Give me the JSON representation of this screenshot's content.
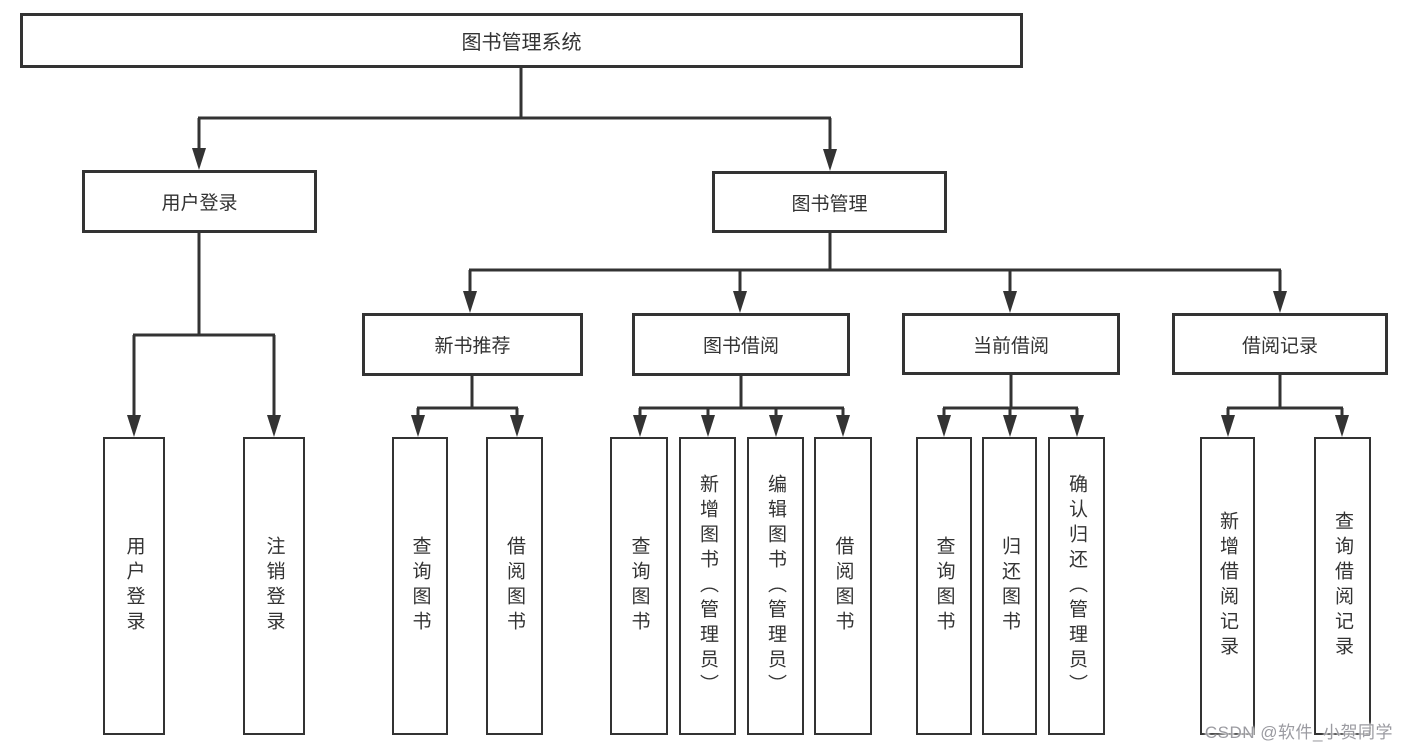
{
  "tree": {
    "root": {
      "label": "图书管理系统",
      "children": [
        {
          "label": "用户登录",
          "children": [
            {
              "label": "用户登录"
            },
            {
              "label": "注销登录"
            }
          ]
        },
        {
          "label": "图书管理",
          "children": [
            {
              "label": "新书推荐",
              "children": [
                {
                  "label": "查询图书"
                },
                {
                  "label": "借阅图书"
                }
              ]
            },
            {
              "label": "图书借阅",
              "children": [
                {
                  "label": "查询图书"
                },
                {
                  "label": "新增图书（管理员）"
                },
                {
                  "label": "编辑图书（管理员）"
                },
                {
                  "label": "借阅图书"
                }
              ]
            },
            {
              "label": "当前借阅",
              "children": [
                {
                  "label": "查询图书"
                },
                {
                  "label": "归还图书"
                },
                {
                  "label": "确认归还（管理员）"
                }
              ]
            },
            {
              "label": "借阅记录",
              "children": [
                {
                  "label": "新增借阅记录"
                },
                {
                  "label": "查询借阅记录"
                }
              ]
            }
          ]
        }
      ]
    }
  },
  "watermark": {
    "text": "CSDN @软件_小贺同学"
  },
  "colors": {
    "background": "#ffffff",
    "line": "#333333",
    "box_border": "#333333",
    "text": "#333333",
    "watermark_text": "#9b9ba1"
  }
}
